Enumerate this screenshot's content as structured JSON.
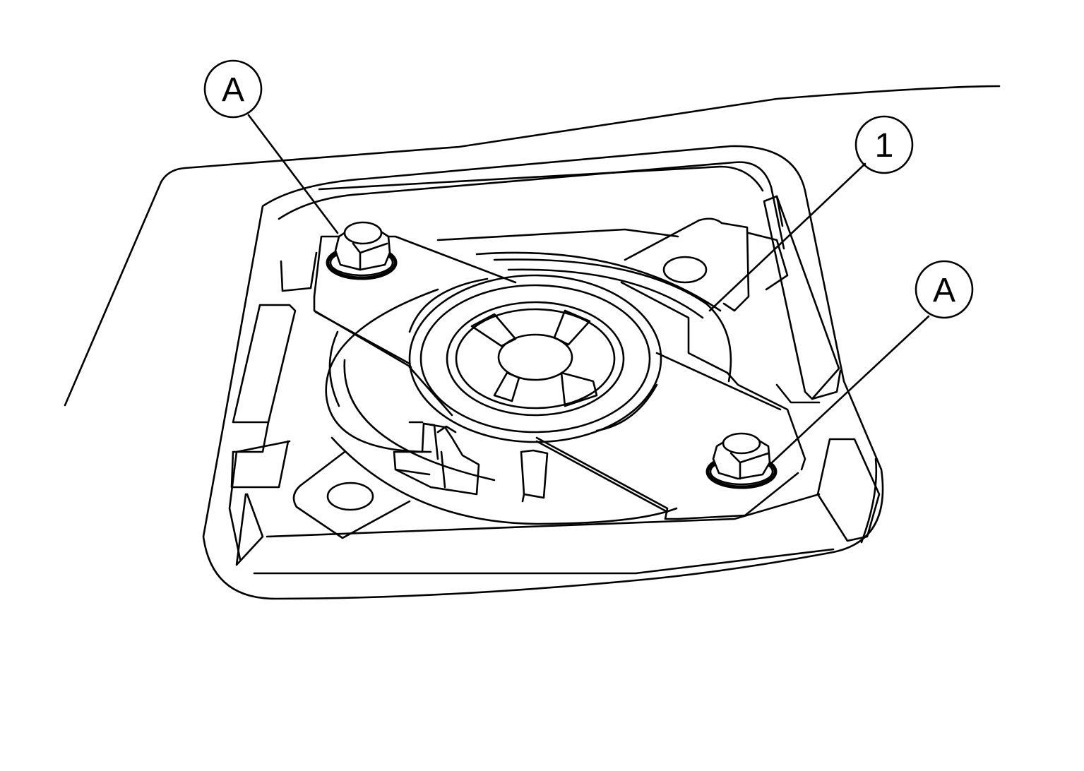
{
  "diagram": {
    "callouts": [
      {
        "id": "bolt-a-left",
        "label": "A"
      },
      {
        "id": "part-1",
        "label": "1"
      },
      {
        "id": "bolt-a-right",
        "label": "A"
      }
    ],
    "colors": {
      "line": "#000000",
      "background": "#ffffff"
    }
  }
}
